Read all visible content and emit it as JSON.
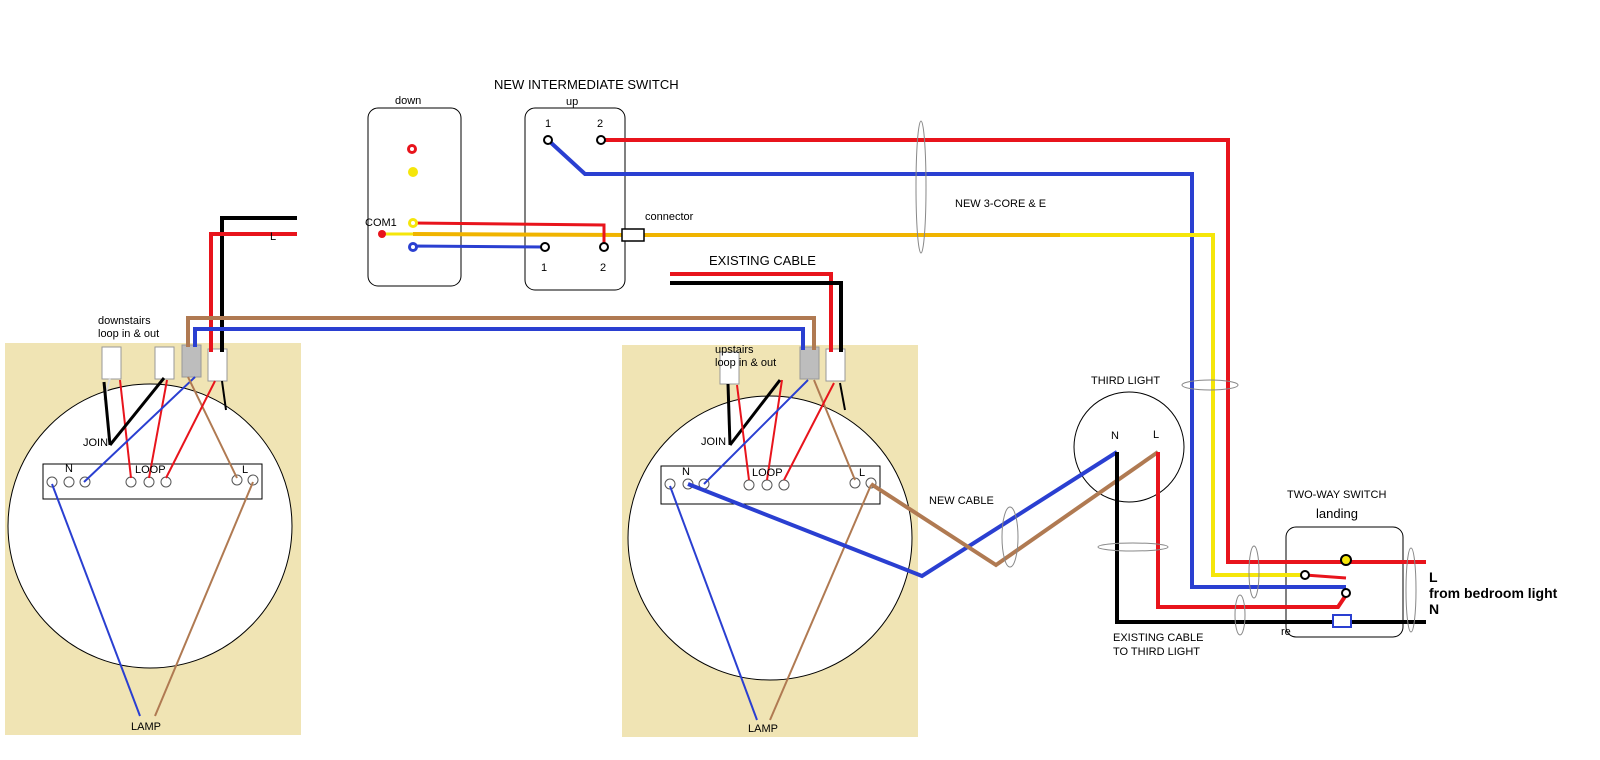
{
  "labels": {
    "new_intermediate_switch": "NEW INTERMEDIATE SWITCH",
    "down": "down",
    "up": "up",
    "com1": "COM1",
    "connector": "connector",
    "term_1_top": "1",
    "term_2_top": "2",
    "term_1_bottom": "1",
    "term_2_bottom": "2",
    "l_top": "L",
    "new_3core": "NEW 3-CORE & E",
    "existing_cable": "EXISTING CABLE",
    "downstairs_loop_line1": "downstairs",
    "downstairs_loop_line2": "loop in & out",
    "upstairs_loop_line1": "upstairs",
    "upstairs_loop_line2": "loop in & out",
    "join_left": "JOIN",
    "join_right": "JOIN",
    "n_left": "N",
    "loop_left": "LOOP",
    "l_left": "L",
    "n_right": "N",
    "loop_right": "LOOP",
    "l_right": "L",
    "lamp_left": "LAMP",
    "lamp_right": "LAMP",
    "third_light": "THIRD LIGHT",
    "third_n": "N",
    "third_l": "L",
    "new_cable": "NEW CABLE",
    "two_way_switch": "TWO-WAY SWITCH",
    "landing": "landing",
    "existing_cable_third_line1": "EXISTING CABLE",
    "existing_cable_third_line2": "TO THIRD LIGHT",
    "re": "re",
    "bedroom_l": "L",
    "from_bedroom_light": "from bedroom light",
    "bedroom_n": "N"
  },
  "colors": {
    "live": "#e8141c",
    "neutral_blue": "#2a3fd1",
    "earth_black": "#000000",
    "strapper_yellow": "#f5e60a",
    "orange": "#f0b400",
    "brown": "#b07a52",
    "ceiling_bg": "#f0e4b4",
    "grey_block": "#bdbdbd"
  }
}
